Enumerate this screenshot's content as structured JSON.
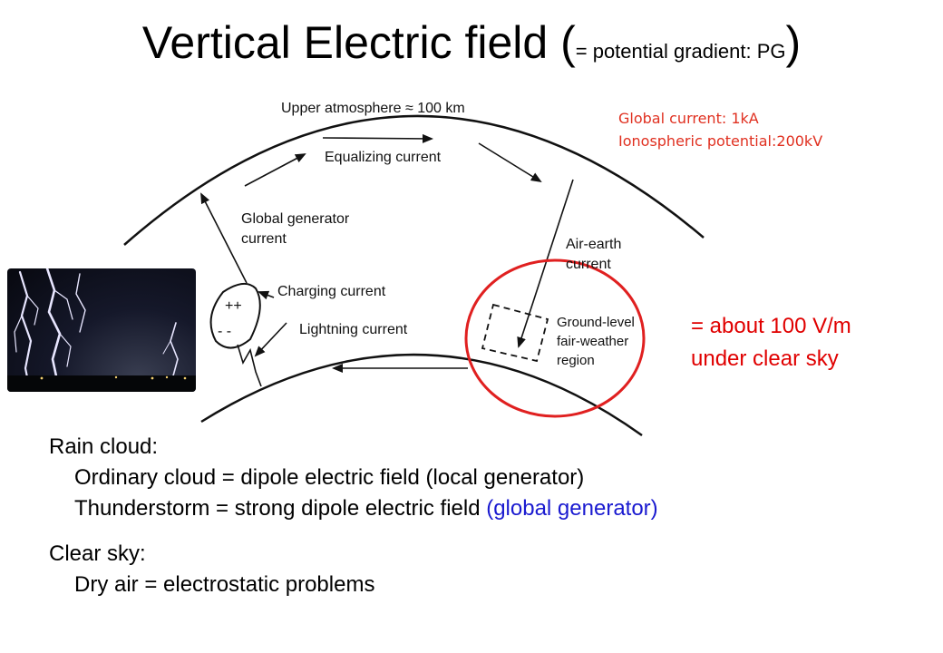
{
  "title": {
    "main": "Vertical Electric field (",
    "small": "= potential gradient: PG",
    "close": ")"
  },
  "diagram": {
    "labels": {
      "upper_atmosphere": "Upper atmosphere ≈ 100 km",
      "equalizing_current": "Equalizing current",
      "global_generator_1": "Global generator",
      "global_generator_2": "current",
      "air_earth_1": "Air-earth",
      "air_earth_2": "current",
      "charging_current": "Charging current",
      "lightning_current": "Lightning current",
      "ground_level_1": "Ground-level",
      "ground_level_2": "fair-weather",
      "ground_level_3": "region",
      "plus": "++",
      "minus": "- -"
    }
  },
  "notes": {
    "global_current": "Global current: 1kA",
    "ionospheric_potential": "Ionospheric potential:200kV"
  },
  "side_note": {
    "line1": "= about 100 V/m",
    "line2": "under clear sky"
  },
  "photo": {
    "icon": "lightning-storm-photo"
  },
  "body": {
    "rain_heading": "Rain cloud:",
    "ordinary": "Ordinary cloud = dipole electric field (local generator)",
    "thunder_prefix": "Thunderstorm = strong dipole electric field ",
    "thunder_blue": "(global generator)",
    "clear_heading": "Clear sky:",
    "dry_air": "Dry air = electrostatic problems"
  },
  "colors": {
    "red_note": "#e03020",
    "red_text": "#e00000",
    "blue_text": "#1a1ad0",
    "circle": "#e02020"
  }
}
